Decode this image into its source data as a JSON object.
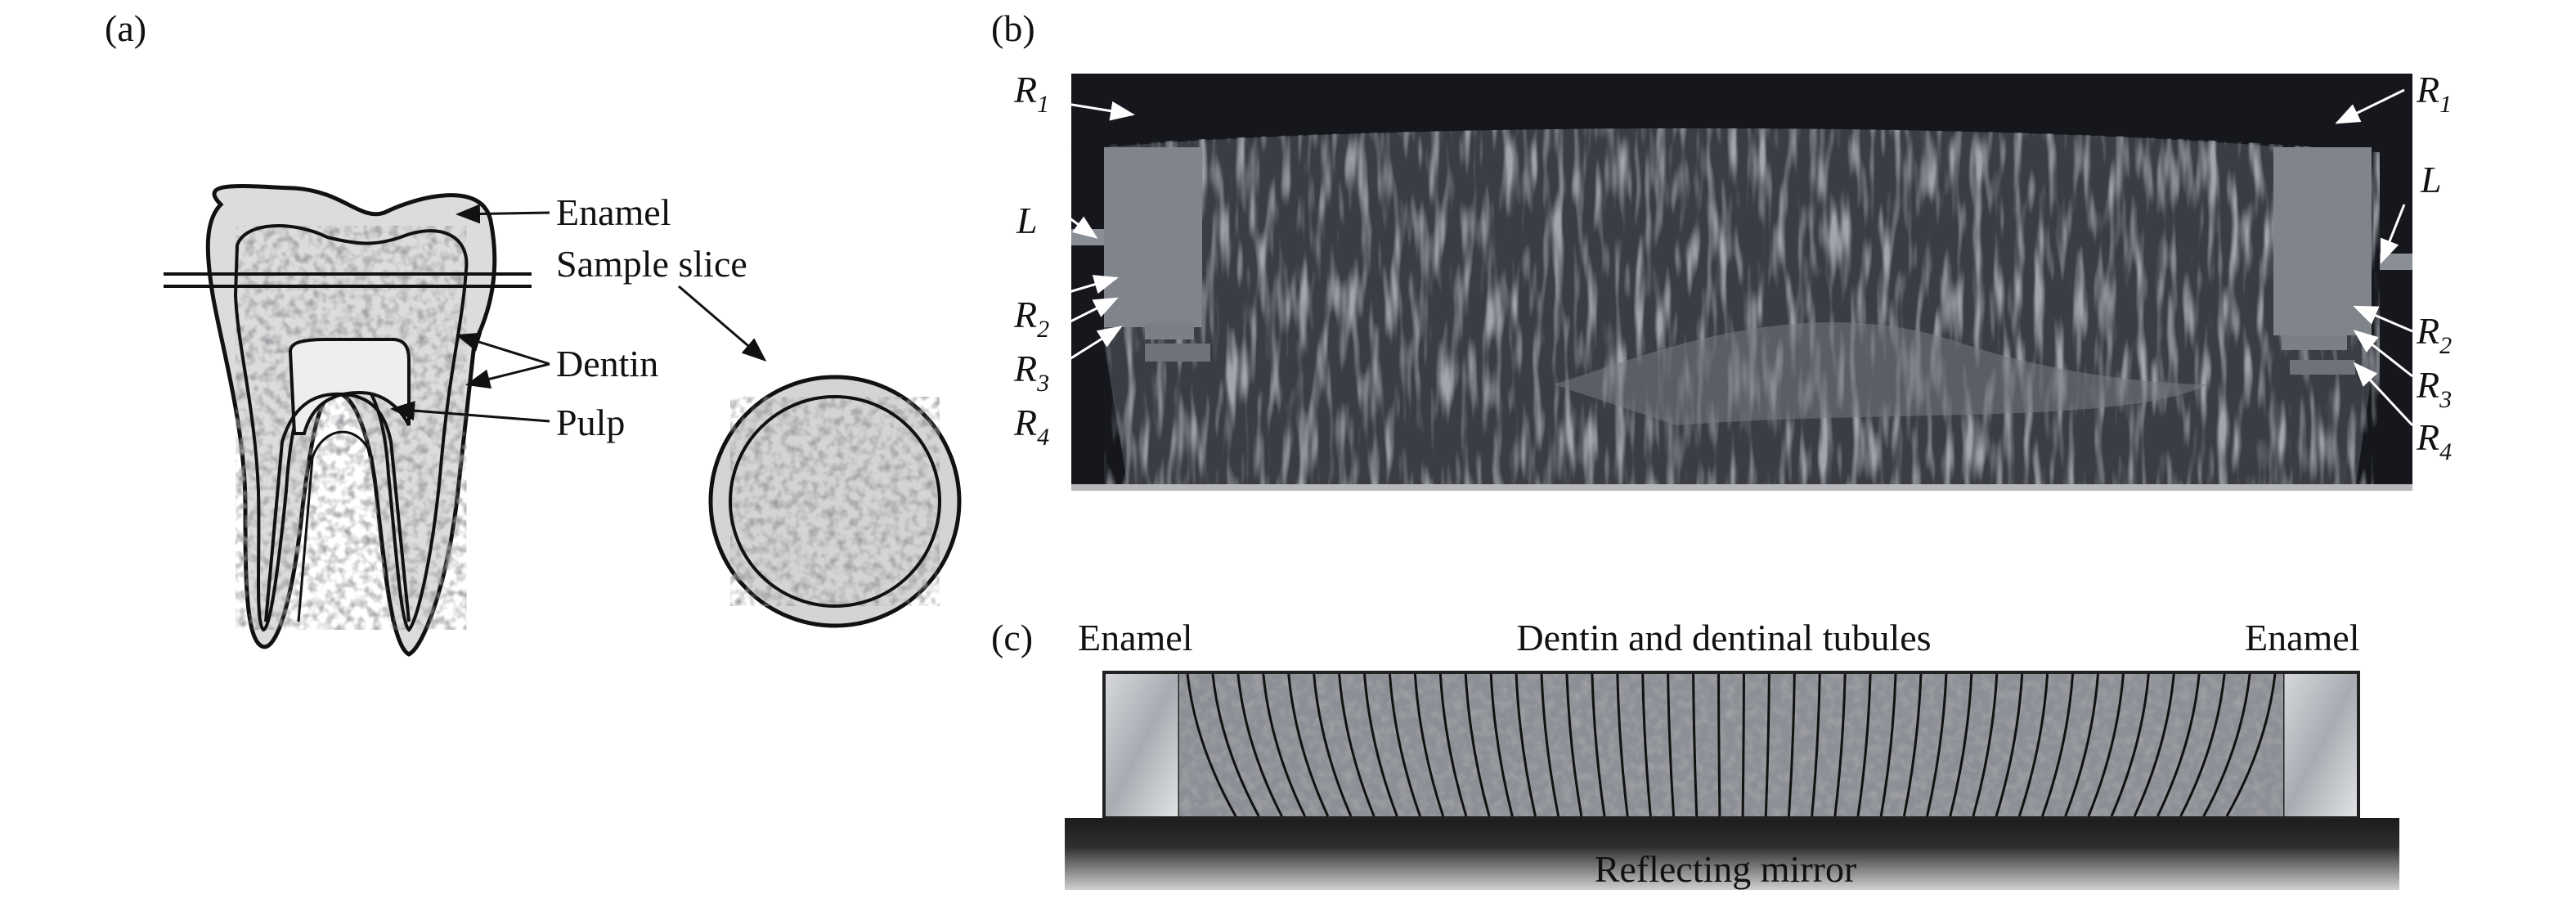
{
  "panel_a": {
    "label": "(a)",
    "annotations": {
      "enamel": "Enamel",
      "sample_slice": "Sample slice",
      "dentin": "Dentin",
      "pulp": "Pulp"
    }
  },
  "panel_b": {
    "label": "(b)",
    "markers": {
      "r": "R",
      "l": "L",
      "s1": "1",
      "s2": "2",
      "s3": "3",
      "s4": "4"
    }
  },
  "panel_c": {
    "label": "(c)",
    "enamel_left": "Enamel",
    "center": "Dentin and dentinal tubules",
    "enamel_right": "Enamel",
    "mirror": "Reflecting mirror"
  },
  "colors": {
    "oct_background": "#15171c",
    "oct_signal": "#6c7078",
    "ink": "#111111"
  }
}
